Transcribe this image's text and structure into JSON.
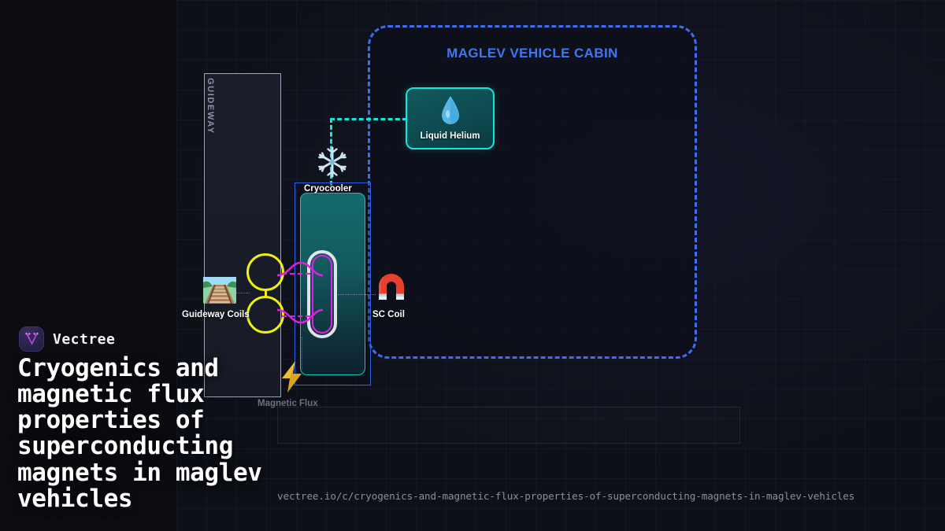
{
  "brand": {
    "name": "Vectree",
    "logo_icon": "vectree-branch-logo-icon",
    "accent": "#c04ae8"
  },
  "headline": "Cryogenics and magnetic flux properties of superconducting magnets in maglev vehicles",
  "url": "vectree.io/c/cryogenics-and-magnetic-flux-properties-of-superconducting-magnets-in-maglev-vehicles",
  "diagram": {
    "cabin": {
      "title": "MAGLEV VEHICLE CABIN",
      "border_color": "#3b6ef0",
      "border_style": "dashed"
    },
    "guideway": {
      "label": "GUIDEWAY",
      "border_color": "#9aa3b5"
    },
    "nodes": [
      {
        "id": "liquid-helium",
        "label": "Liquid Helium",
        "icon": "water-drop-icon",
        "border_color": "#12e6da",
        "fill_color": "#12595b"
      },
      {
        "id": "cryocooler",
        "label": "Cryocooler",
        "icon": "snowflake-icon",
        "border_color": "#2f62e8"
      },
      {
        "id": "guideway-coils",
        "label": "Guideway Coils",
        "icon": "railway-track-icon",
        "coil_color": "#efef12"
      },
      {
        "id": "sc-coil",
        "label": "SC Coil",
        "icon": "horseshoe-magnet-icon",
        "coil_color": "#e01ee0"
      },
      {
        "id": "magnetic-flux",
        "label": "Magnetic Flux",
        "icon": "lightning-bolt-icon",
        "color": "#6c717e"
      }
    ],
    "connectors": [
      {
        "id": "helium-to-cryocooler",
        "color": "#12e6da",
        "style": "dashed"
      },
      {
        "id": "coil-flux-upper",
        "color": "#e01ee0",
        "style": "dashed"
      },
      {
        "id": "coil-flux-lower",
        "color": "#e01ee0",
        "style": "dashed"
      }
    ]
  }
}
